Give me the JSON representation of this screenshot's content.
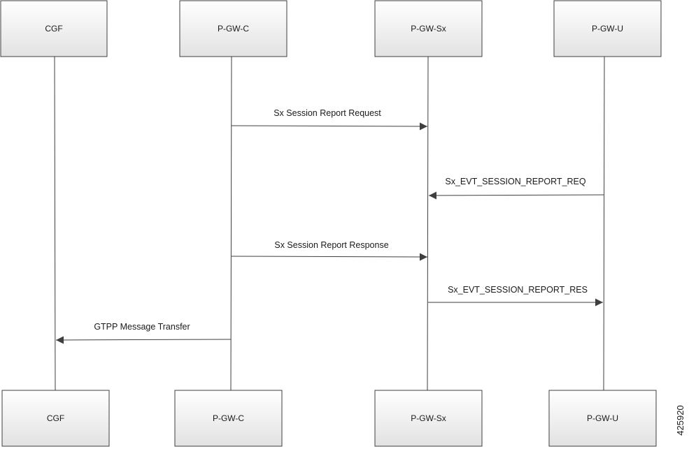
{
  "participants": [
    {
      "id": "cgf",
      "label": "CGF"
    },
    {
      "id": "pgwc",
      "label": "P-GW-C"
    },
    {
      "id": "pgwsx",
      "label": "P-GW-Sx"
    },
    {
      "id": "pgwu",
      "label": "P-GW-U"
    }
  ],
  "messages": [
    {
      "label": "Sx Session Report Request",
      "from": "pgwc",
      "to": "pgwsx"
    },
    {
      "label": "Sx_EVT_SESSION_REPORT_REQ",
      "from": "pgwu",
      "to": "pgwsx"
    },
    {
      "label": "Sx Session Report Response",
      "from": "pgwc",
      "to": "pgwsx"
    },
    {
      "label": "Sx_EVT_SESSION_REPORT_RES",
      "from": "pgwsx",
      "to": "pgwu"
    },
    {
      "label": "GTPP Message Transfer",
      "from": "pgwc",
      "to": "cgf"
    }
  ],
  "figure_id": "425920",
  "colors": {
    "box_fill_top": "#ffffff",
    "box_fill_bottom": "#e2e2e2",
    "line": "#3f3f3f",
    "text": "#1a1a1a"
  }
}
